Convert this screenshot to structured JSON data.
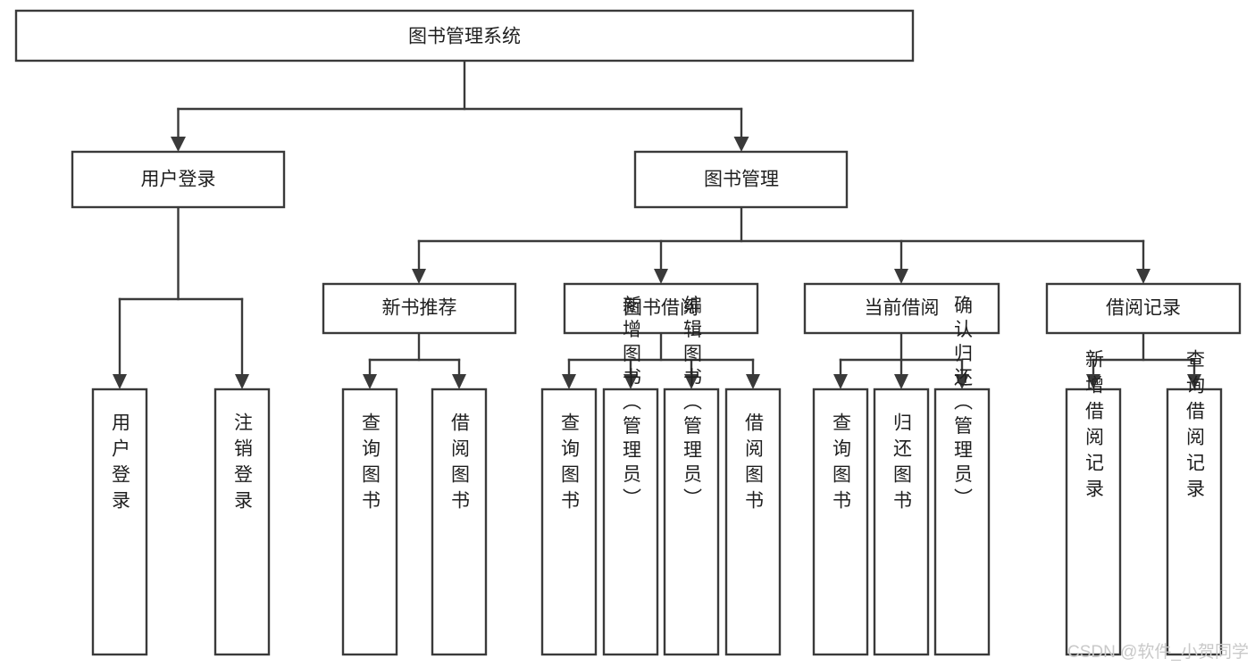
{
  "diagram": {
    "title": "图书管理系统",
    "type": "tree-hierarchy-chart",
    "watermark": "CSDN @软件_小贺同学",
    "colors": {
      "box_stroke": "#3a3a3a",
      "box_fill": "#ffffff",
      "text": "#1f1f1f",
      "connector": "#3a3a3a",
      "watermark": "#c9c9c9",
      "background": "#ffffff"
    },
    "root": {
      "label": "图书管理系统"
    },
    "level1": [
      {
        "label": "用户登录"
      },
      {
        "label": "图书管理"
      }
    ],
    "level2": [
      {
        "label": "新书推荐"
      },
      {
        "label": "图书借阅"
      },
      {
        "label": "当前借阅"
      },
      {
        "label": "借阅记录"
      }
    ],
    "leaves": {
      "user_login": [
        {
          "label": "用户登录"
        },
        {
          "label": "注销登录"
        }
      ],
      "new_book_recommend": [
        {
          "label": "查询图书"
        },
        {
          "label": "借阅图书"
        }
      ],
      "book_borrow": [
        {
          "label": "查询图书"
        },
        {
          "label": "新增图书（管理员）"
        },
        {
          "label": "编辑图书（管理员）"
        },
        {
          "label": "借阅图书"
        }
      ],
      "current_borrow": [
        {
          "label": "查询图书"
        },
        {
          "label": "归还图书"
        },
        {
          "label": "确认归还（管理员）"
        }
      ],
      "borrow_record": [
        {
          "label": "新增借阅记录"
        },
        {
          "label": "查询借阅记录"
        }
      ]
    }
  }
}
